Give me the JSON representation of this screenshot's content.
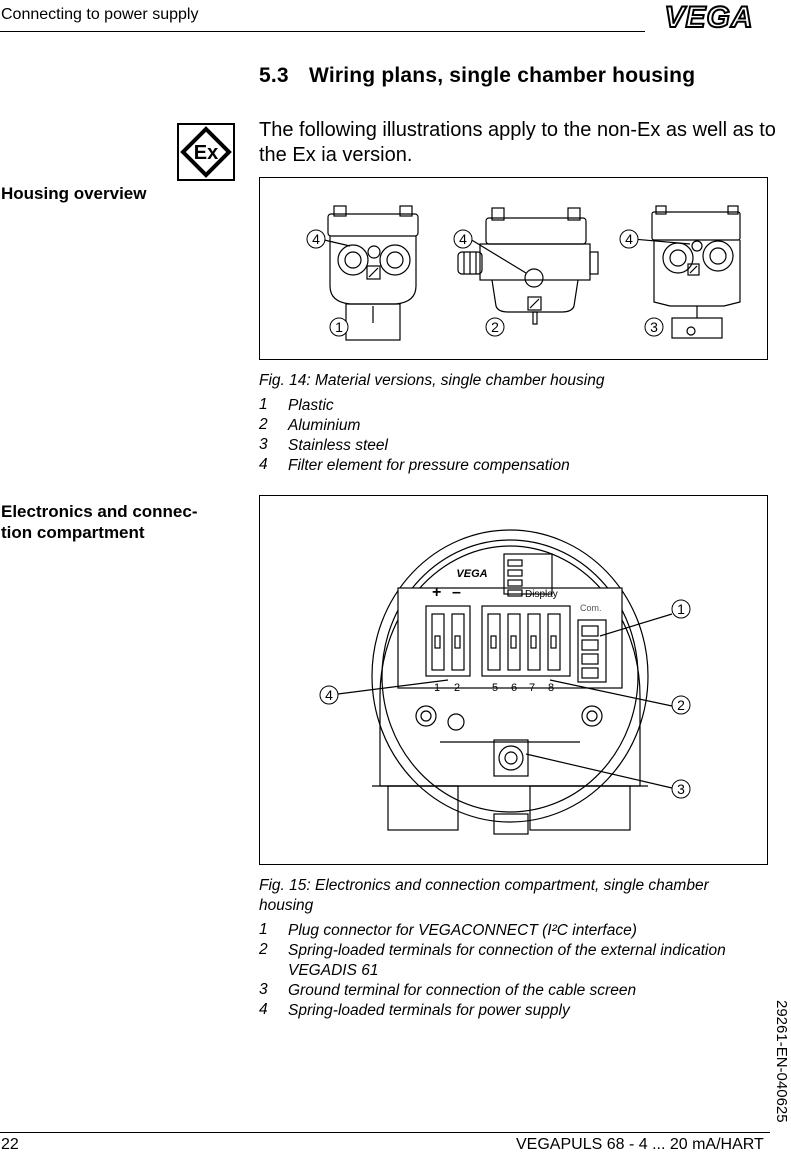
{
  "header": {
    "title": "Connecting to power supply",
    "logo_text": "VEGA"
  },
  "section": {
    "number": "5.3",
    "title": "Wiring plans, single chamber housing"
  },
  "intro": "The following illustrations apply to the non-Ex as well as to the Ex ia version.",
  "ex_icon_label": "Ex",
  "side_labels": {
    "housing": "Housing overview",
    "electronics_line1": "Electronics and connec-",
    "electronics_line2": "tion compartment"
  },
  "fig14": {
    "caption": "Fig. 14: Material versions, single chamber housing",
    "callouts": [
      "1",
      "2",
      "3",
      "4"
    ],
    "legend": [
      {
        "n": "1",
        "text": "Plastic"
      },
      {
        "n": "2",
        "text": "Aluminium"
      },
      {
        "n": "3",
        "text": "Stainless steel"
      },
      {
        "n": "4",
        "text": "Filter element for pressure compensation"
      }
    ]
  },
  "fig15": {
    "caption_line1": "Fig. 15: Electronics and connection compartment, single chamber",
    "caption_line2": "housing",
    "board_logo": "VEGA",
    "display_label": "Display",
    "com_label": "Com.",
    "plus": "+",
    "minus": "–",
    "terminals_left": [
      "1",
      "2"
    ],
    "terminals_right": [
      "5",
      "6",
      "7",
      "8"
    ],
    "callouts": [
      "1",
      "2",
      "3",
      "4"
    ],
    "legend": [
      {
        "n": "1",
        "line1": "Plug connector for VEGACONNECT (I²C interface)",
        "line2": ""
      },
      {
        "n": "2",
        "line1": "Spring-loaded terminals for connection of the external indication",
        "line2": "VEGADIS 61"
      },
      {
        "n": "3",
        "line1": "Ground terminal for connection of the cable screen",
        "line2": ""
      },
      {
        "n": "4",
        "line1": "Spring-loaded terminals for power supply",
        "line2": ""
      }
    ]
  },
  "footer": {
    "page": "22",
    "product": "VEGAPULS 68 - 4 ... 20 mA/HART",
    "doc_id": "29261-EN-040625"
  }
}
